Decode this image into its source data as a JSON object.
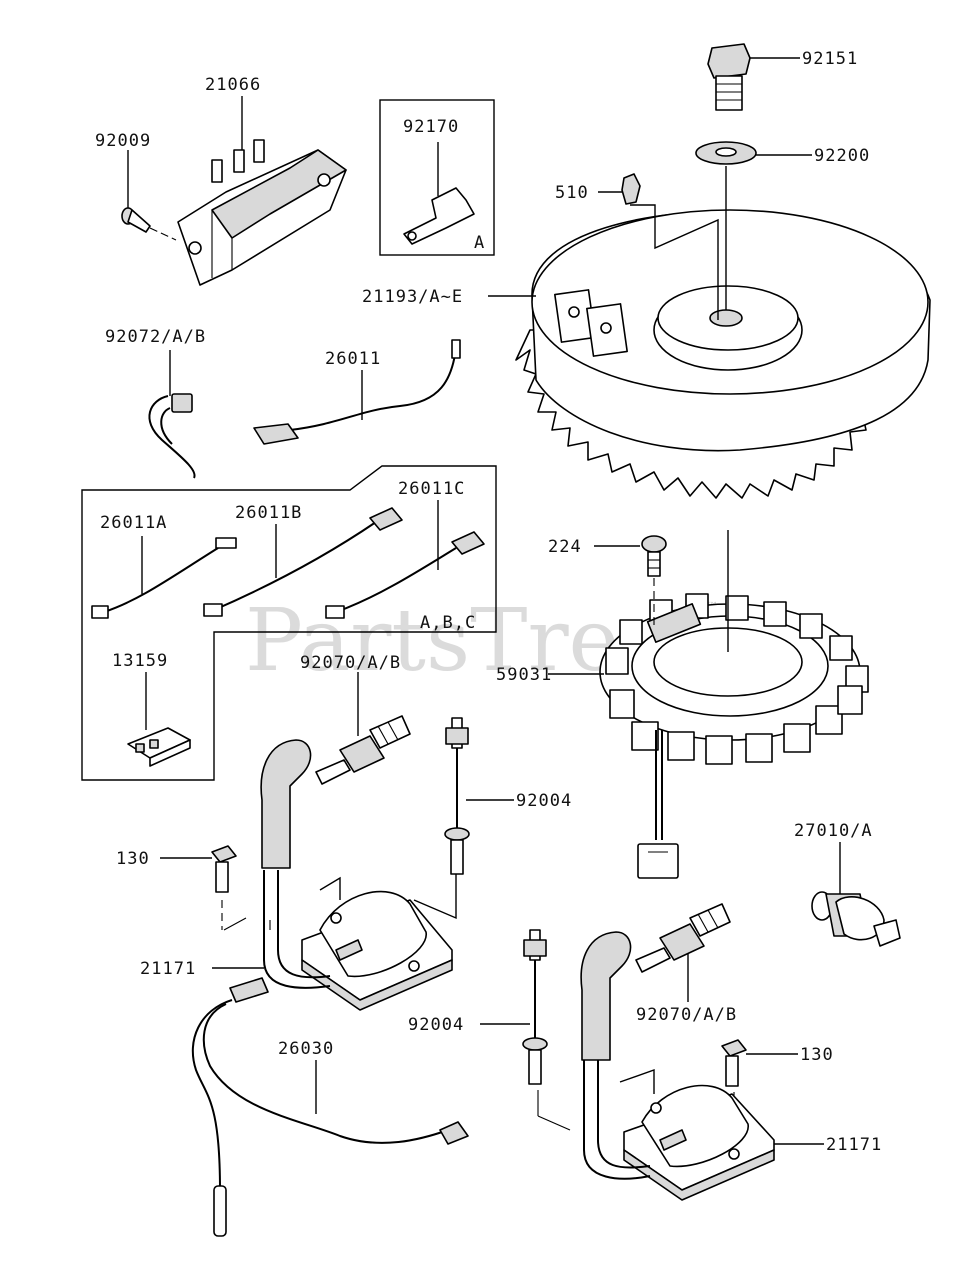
{
  "watermark": {
    "text": "PartsTree",
    "trademark": "™"
  },
  "labels": {
    "p92151": "92151",
    "p92200": "92200",
    "p510": "510",
    "p21066": "21066",
    "p92009": "92009",
    "p92170": "92170",
    "boxA": "A",
    "p21193": "21193/A~E",
    "p92072": "92072/A/B",
    "p26011": "26011",
    "p26011A": "26011A",
    "p26011B": "26011B",
    "p26011C": "26011C",
    "abc": "A,B,C",
    "p13159": "13159",
    "p92070a": "92070/A/B",
    "p224": "224",
    "p59031": "59031",
    "p92004a": "92004",
    "p130a": "130",
    "p27010": "27010/A",
    "p21171a": "21171",
    "p92004b": "92004",
    "p92070b": "92070/A/B",
    "p26030": "26030",
    "p130b": "130",
    "p21171b": "21171"
  }
}
